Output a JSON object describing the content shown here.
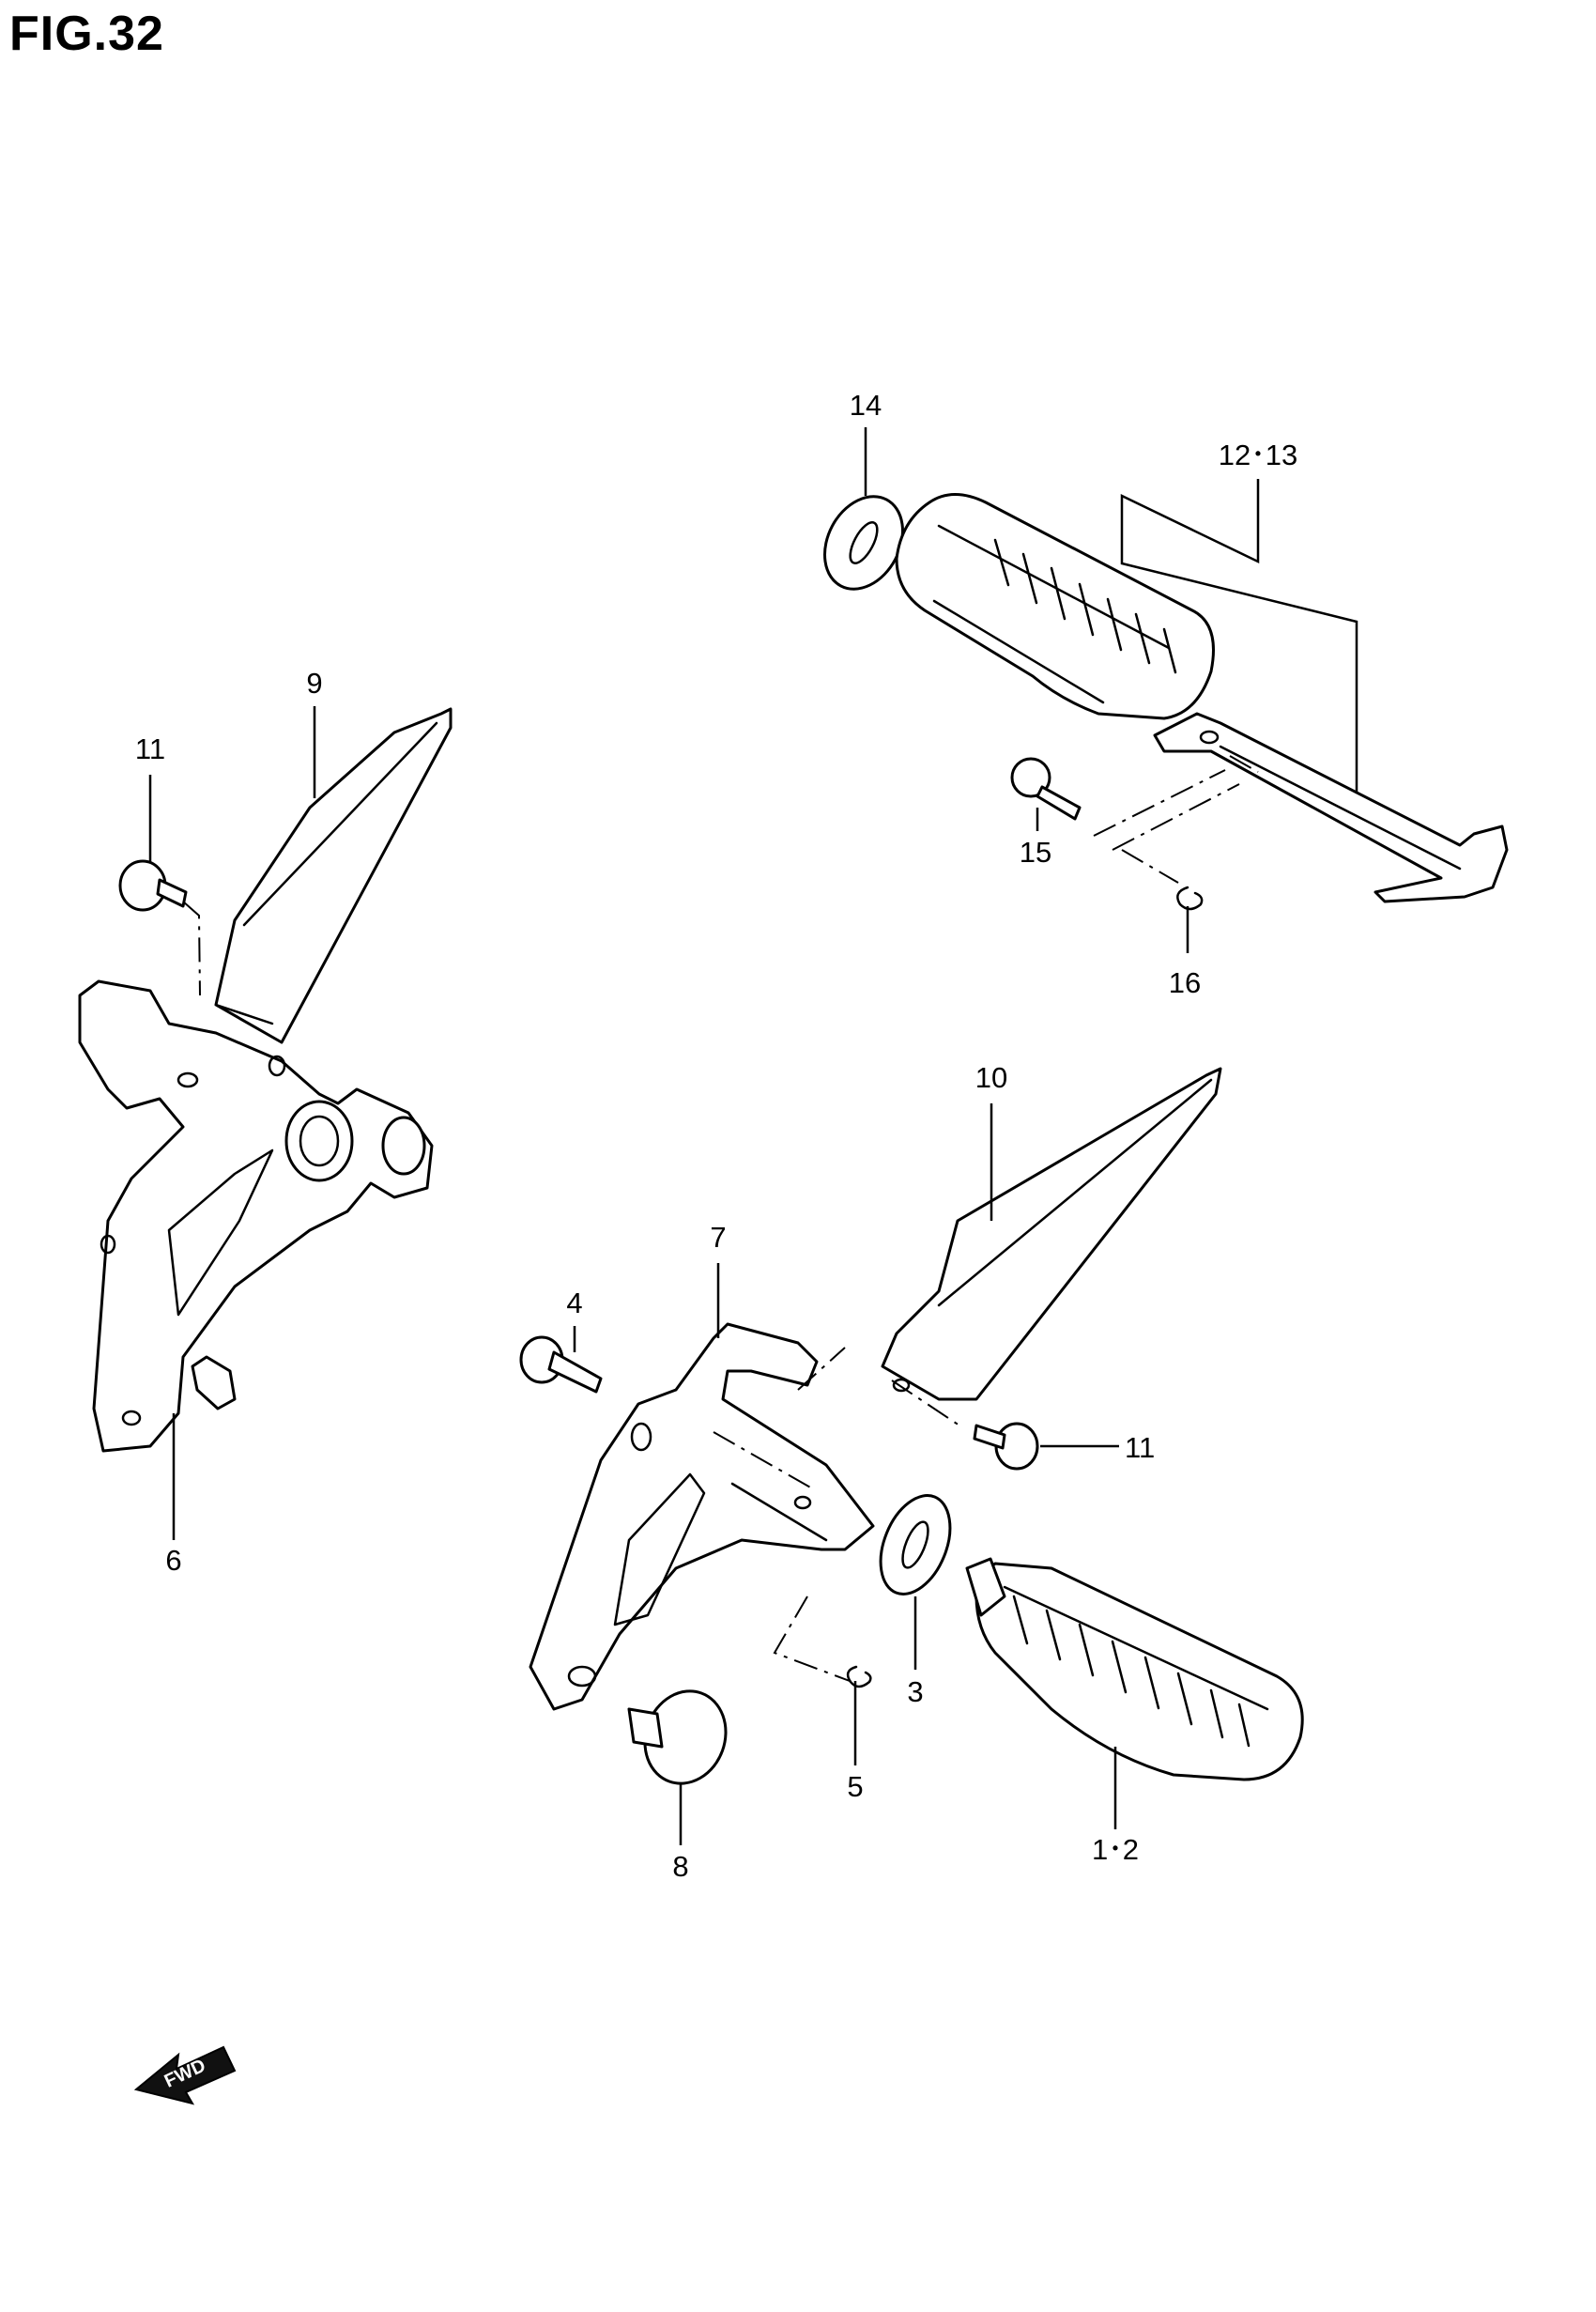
{
  "figure": {
    "title": "FIG.32",
    "fwd_label": "FWD"
  },
  "callouts": {
    "c14": "14",
    "c12_13": "12･13",
    "c9": "9",
    "c11_left": "11",
    "c15": "15",
    "c16": "16",
    "c6": "6",
    "c10": "10",
    "c7": "7",
    "c4": "4",
    "c11_right": "11",
    "c3": "3",
    "c5": "5",
    "c8": "8",
    "c1_2": "1･2"
  },
  "icons": {
    "fwd_arrow": "fwd-arrow-icon"
  }
}
